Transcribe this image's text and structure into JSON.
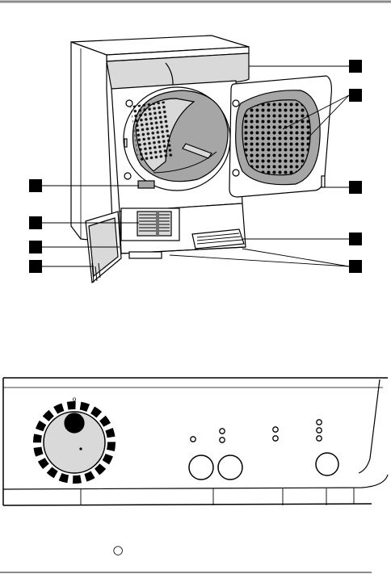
{
  "figure": {
    "title": "",
    "callout_markers": [
      {
        "side": "right",
        "target": "control-panel"
      },
      {
        "side": "right",
        "target": "door-filter"
      },
      {
        "side": "right",
        "target": "door"
      },
      {
        "side": "left",
        "target": "front-filter"
      },
      {
        "side": "left",
        "target": "condenser-cover"
      },
      {
        "side": "left",
        "target": "condenser-unit"
      },
      {
        "side": "left",
        "target": "condenser-flap"
      },
      {
        "side": "right",
        "target": "ventilation-slots"
      },
      {
        "side": "right",
        "target": "adjustable-feet"
      }
    ],
    "control_panel": {
      "knob_indicator": "o",
      "buttons": 3,
      "led_groups": 4
    },
    "footer_symbol": "○"
  },
  "colors": {
    "line": "#000000",
    "light_gray": "#d9d9d9",
    "mid_gray": "#a6a6a6",
    "dark_gray": "#707070",
    "rule": "#8c8c8c"
  }
}
